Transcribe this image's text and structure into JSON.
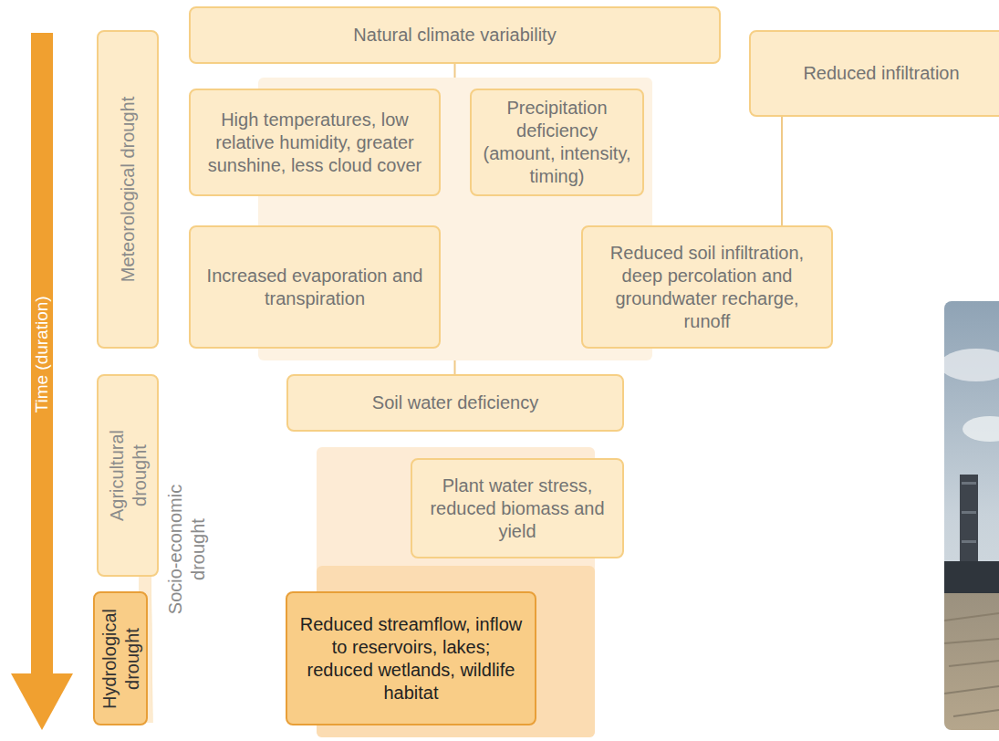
{
  "diagram": {
    "nodes": [
      {
        "text": [
          "Natural climate variability"
        ]
      },
      {
        "text": [
          "Reduced infiltration"
        ]
      },
      {
        "text": [
          "Meteorological drought"
        ]
      },
      {
        "text": [
          "High temperatures, low relative humidity, greater sunshine, less cloud cover"
        ]
      },
      {
        "text": [
          "Precipitation deficiency (amount, intensity, timing)"
        ]
      },
      {
        "text": [
          "Increased evaporation and transpiration"
        ]
      },
      {
        "text": [
          "Reduced soil infiltration, deep percolation and groundwater recharge, runoff"
        ]
      },
      {
        "text": [
          "Agricultural drought"
        ]
      },
      {
        "text": [
          "Socio-economic drought"
        ]
      },
      {
        "text": [
          "Soil water deficiency"
        ]
      },
      {
        "text": [
          "Plant water stress, reduced biomass and yield"
        ]
      },
      {
        "text": [
          "Hydrological drought"
        ]
      },
      {
        "text": [
          "Reduced streamflow, inflow to reservoirs, lakes; reduced wetlands, wildlife habitat"
        ]
      }
    ],
    "edges": [
      {
        "from": 0,
        "to": 9,
        "arrow": "none"
      },
      {
        "from": 1,
        "to": 6,
        "arrow": "none"
      }
    ],
    "labels": [
      "Time (duration)"
    ]
  }
}
